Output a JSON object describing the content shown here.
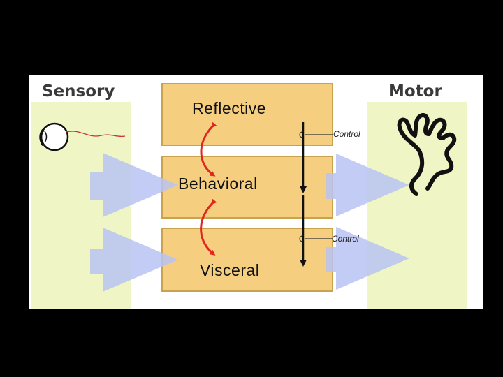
{
  "diagram": {
    "sensory_heading": "Sensory",
    "motor_heading": "Motor",
    "layers": {
      "reflective": "Reflective",
      "behavioral": "Behavioral",
      "visceral": "Visceral"
    },
    "control_labels": [
      "Control",
      "Control"
    ],
    "colors": {
      "panel": "#eff5c4",
      "layer": "#f5cf7f",
      "layer_border": "#c9a24e",
      "flow_arrow": "#b8c3f2",
      "feedback_arrow": "#e0261e",
      "background": "#000000"
    },
    "icons": [
      "eye-icon",
      "hand-icon"
    ]
  }
}
